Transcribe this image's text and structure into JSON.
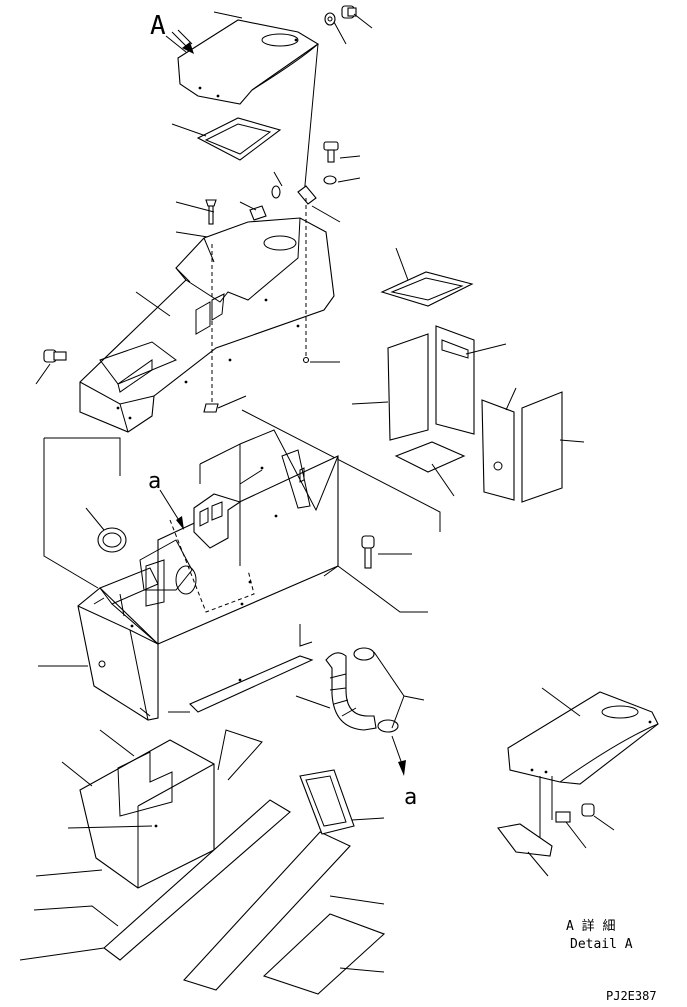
{
  "labels": {
    "view_a": "A",
    "ref_a_upper": "a",
    "ref_a_lower": "a",
    "detail_jp": "A 詳 細",
    "detail_en": "Detail A",
    "drawing_code": "PJ2E387"
  }
}
